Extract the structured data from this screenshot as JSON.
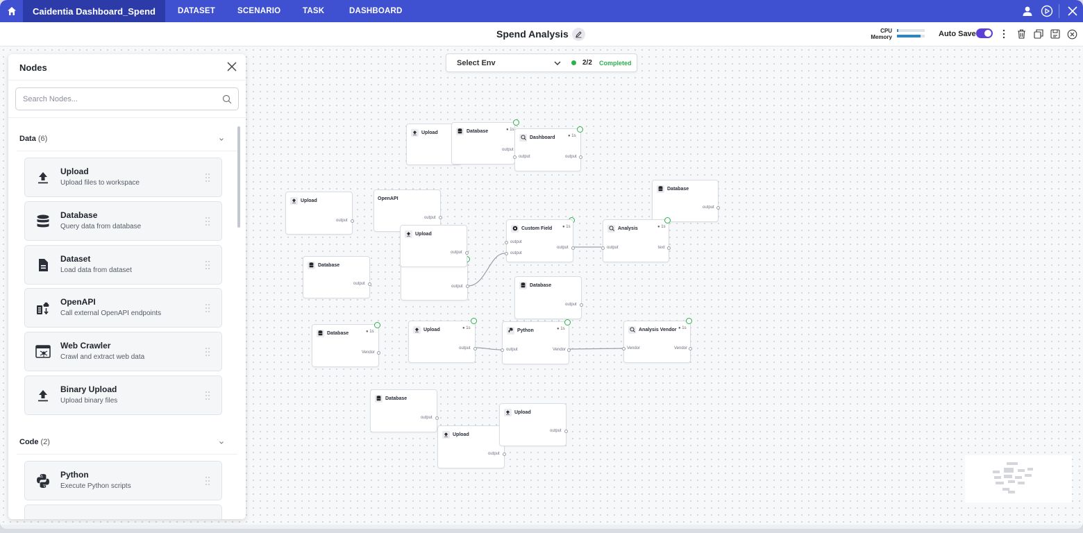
{
  "topbar": {
    "app_title": "Caidentia Dashboard_Spend",
    "tabs": [
      "DATASET",
      "SCENARIO",
      "TASK",
      "DASHBOARD"
    ],
    "icons": [
      "home-icon",
      "user-icon",
      "play-circle-icon",
      "close-icon"
    ]
  },
  "subheader": {
    "title": "Spend Analysis",
    "cpu_label": "CPU",
    "memory_label": "Memory",
    "cpu_usage": 0.05,
    "memory_usage": 0.85,
    "autosave_label": "Auto Save",
    "autosave_on": true,
    "icons": [
      "edit-icon",
      "more-vertical-icon",
      "trash-icon",
      "copy-icon",
      "save-icon",
      "close-circle-icon"
    ]
  },
  "panel": {
    "title": "Nodes",
    "search_placeholder": "Search Nodes...",
    "sections": [
      {
        "name": "Data",
        "count": "(6)"
      },
      {
        "name": "Code",
        "count": "(2)"
      }
    ],
    "items": [
      {
        "name": "Upload",
        "desc": "Upload files to workspace",
        "icon": "upload-icon"
      },
      {
        "name": "Database",
        "desc": "Query data from database",
        "icon": "database-icon"
      },
      {
        "name": "Dataset",
        "desc": "Load data from dataset",
        "icon": "file-icon"
      },
      {
        "name": "OpenAPI",
        "desc": "Call external OpenAPI endpoints",
        "icon": "api-icon"
      },
      {
        "name": "Web Crawler",
        "desc": "Crawl and extract web data",
        "icon": "web-crawler-icon"
      },
      {
        "name": "Binary Upload",
        "desc": "Upload binary files",
        "icon": "upload-icon"
      },
      {
        "name": "Python",
        "desc": "Execute Python scripts",
        "icon": "python-icon"
      }
    ]
  },
  "env": {
    "label": "Select Env",
    "count": "2/2",
    "status": "Completed",
    "status_color": "#2bb24c"
  },
  "flow": {
    "nodes": [
      {
        "title": "Upload",
        "time": "",
        "ports": []
      },
      {
        "title": "Database",
        "time": "1s",
        "ports": [
          "output"
        ]
      },
      {
        "title": "Dashboard",
        "time": "1s",
        "ports": [
          "output",
          "output"
        ]
      },
      {
        "title": "Database",
        "time": "",
        "ports": [
          "output"
        ]
      },
      {
        "title": "Upload",
        "time": "",
        "ports": [
          "output"
        ]
      },
      {
        "title": "OpenAPI",
        "time": "",
        "ports": [
          "output"
        ]
      },
      {
        "title": "Upload",
        "time": "",
        "ports": [
          "output"
        ]
      },
      {
        "title": "",
        "time": "",
        "ports": [
          "output"
        ]
      },
      {
        "title": "Custom Field",
        "time": "1s",
        "ports": [
          "output",
          "output",
          "output"
        ]
      },
      {
        "title": "Analysis",
        "time": "1s",
        "ports": [
          "output",
          "text"
        ]
      },
      {
        "title": "Database",
        "time": "",
        "ports": [
          "output"
        ]
      },
      {
        "title": "Database",
        "time": "",
        "ports": [
          "output"
        ]
      },
      {
        "title": "Database",
        "time": "1s",
        "ports": [
          "Vendor"
        ]
      },
      {
        "title": "Upload",
        "time": "1s",
        "ports": [
          "output"
        ]
      },
      {
        "title": "Python",
        "time": "1s",
        "ports": [
          "output",
          "Vendor"
        ]
      },
      {
        "title": "Analysis Vendor",
        "time": "1s",
        "ports": [
          "Vendor",
          "Vendor"
        ]
      },
      {
        "title": "Database",
        "time": "",
        "ports": [
          "output"
        ]
      },
      {
        "title": "Upload",
        "time": "",
        "ports": [
          "output"
        ]
      },
      {
        "title": "Upload",
        "time": "",
        "ports": [
          "output"
        ]
      }
    ]
  }
}
